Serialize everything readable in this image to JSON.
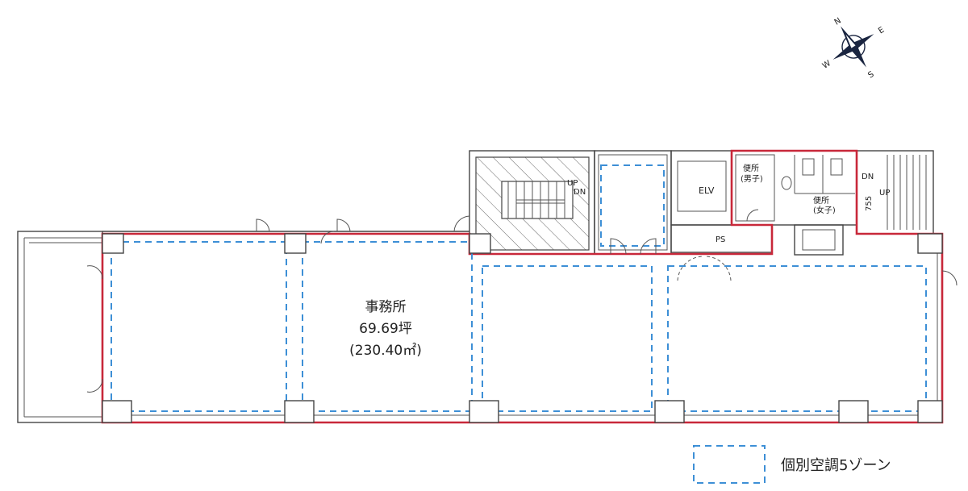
{
  "compass": {
    "north": "N",
    "south": "S",
    "east": "E",
    "west": "W"
  },
  "office": {
    "name": "事務所",
    "area_tsubo": "69.69坪",
    "area_sqm": "(230.40㎡)"
  },
  "rooms": {
    "elevator": "ELV",
    "pipe_space": "PS",
    "mens_toilet": [
      "便所",
      "(男子)"
    ],
    "womens_toilet": [
      "便所",
      "(女子)"
    ],
    "stair_left_up": "UP",
    "stair_left_dn": "DN",
    "stair_right_dn": "DN",
    "stair_right_up": "UP",
    "dimension": "755"
  },
  "legend": {
    "label": "個別空調5ゾーン",
    "color": "#3d8fd6"
  },
  "colors": {
    "tenant_boundary": "#c8283a",
    "hvac_zone": "#3d8fd6",
    "walls": "#444444"
  }
}
